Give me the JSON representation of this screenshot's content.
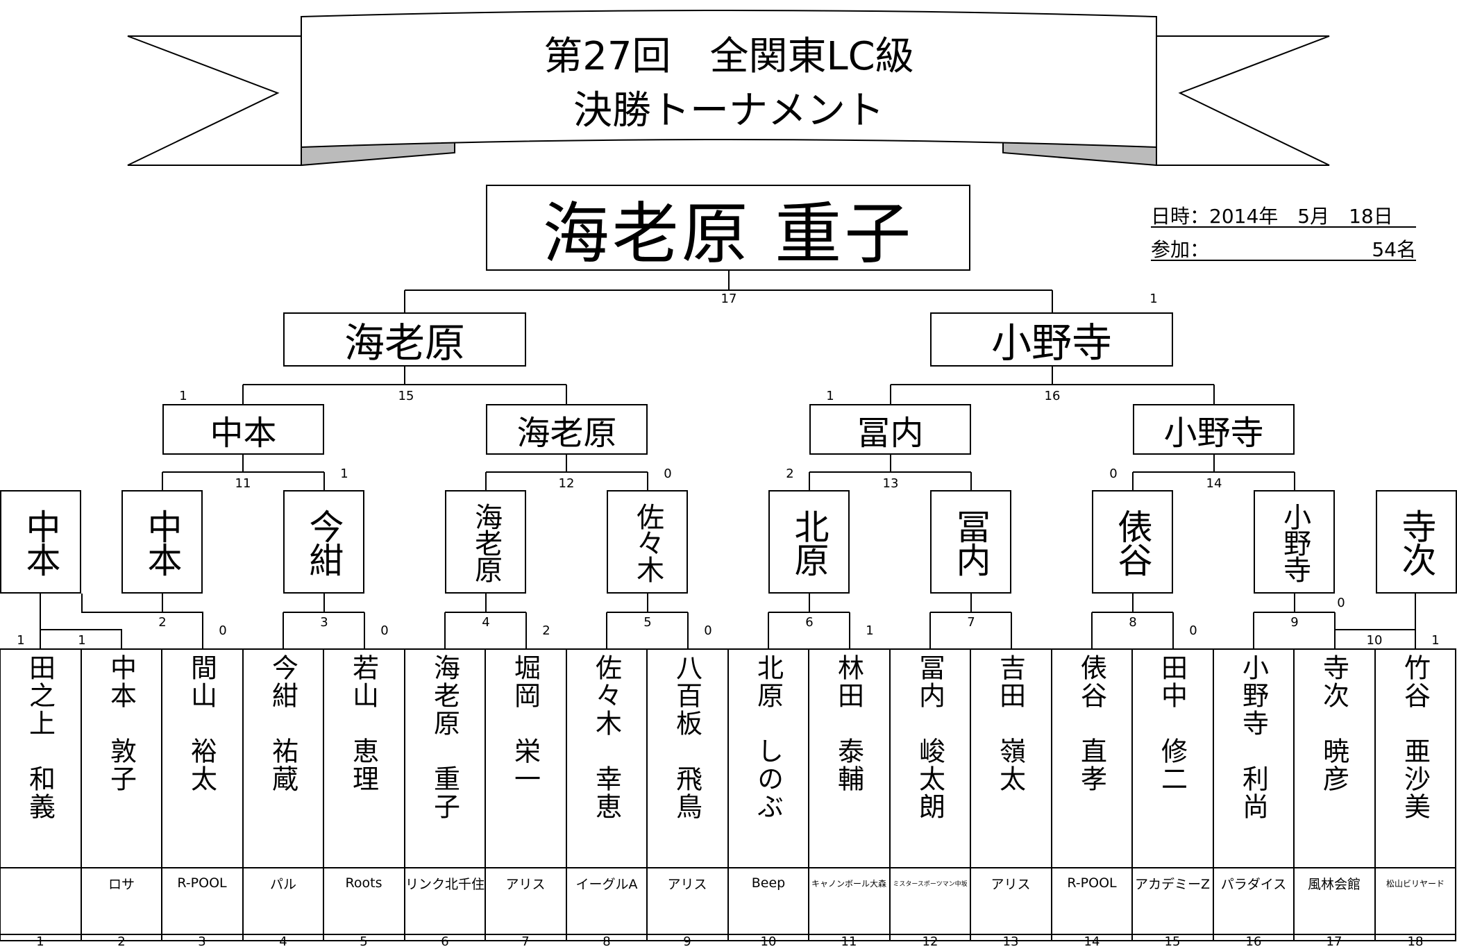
{
  "title": {
    "line1": "第27回　全関東LC級",
    "line2": "決勝トーナメント"
  },
  "info": {
    "date_label": "日時：2014年　5月　18日",
    "count_label": "参加：",
    "count_value": "54名"
  },
  "champion": "海老原 重子",
  "semifinal": [
    "海老原",
    "小野寺"
  ],
  "quarterfinal": [
    "中本",
    "海老原",
    "冨内",
    "小野寺"
  ],
  "round2": [
    "中本",
    "中本",
    "今紺",
    "海老原",
    "佐々木",
    "北原",
    "冨内",
    "俵谷",
    "小野寺",
    "寺次"
  ],
  "scores": {
    "final": [
      "17",
      "1"
    ],
    "semis": [
      "1",
      "15",
      "1",
      "16"
    ],
    "qf": [
      "11",
      "1",
      "12",
      "0",
      "2",
      "13",
      "0",
      "14"
    ],
    "r1": [
      "1",
      "1",
      "2",
      "0",
      "3",
      "0",
      "4",
      "2",
      "5",
      "0",
      "6",
      "1",
      "7",
      "8",
      "0",
      "9",
      "0",
      "10",
      "1"
    ]
  },
  "players": [
    {
      "name": "田之上　和義",
      "club": "",
      "num": "1"
    },
    {
      "name": "中本　敦子",
      "club": "ロサ",
      "num": "2"
    },
    {
      "name": "間山　裕太",
      "club": "R-POOL",
      "num": "3"
    },
    {
      "name": "今紺　祐蔵",
      "club": "パル",
      "num": "4"
    },
    {
      "name": "若山　恵理",
      "club": "Roots",
      "num": "5"
    },
    {
      "name": "海老原　重子",
      "club": "リンク北千住",
      "num": "6"
    },
    {
      "name": "堀岡　栄一",
      "club": "アリス",
      "num": "7"
    },
    {
      "name": "佐々木　幸恵",
      "club": "イーグルA",
      "num": "8"
    },
    {
      "name": "八百板　飛鳥",
      "club": "アリス",
      "num": "9"
    },
    {
      "name": "北原　しのぶ",
      "club": "Beep",
      "num": "10"
    },
    {
      "name": "林田　泰輔",
      "club": "キャノンボール大森",
      "num": "11"
    },
    {
      "name": "冨内　峻太朗",
      "club": "ミスタースポーツマン中坂",
      "num": "12"
    },
    {
      "name": "吉田　嶺太",
      "club": "アリス",
      "num": "13"
    },
    {
      "name": "俵谷　直孝",
      "club": "R-POOL",
      "num": "14"
    },
    {
      "name": "田中　修二",
      "club": "アカデミーZ",
      "num": "15"
    },
    {
      "name": "小野寺　利尚",
      "club": "パラダイス",
      "num": "16"
    },
    {
      "name": "寺次　暁彦",
      "club": "風林会館",
      "num": "17"
    },
    {
      "name": "竹谷　亜沙美",
      "club": "松山ビリヤード",
      "num": "18"
    }
  ]
}
